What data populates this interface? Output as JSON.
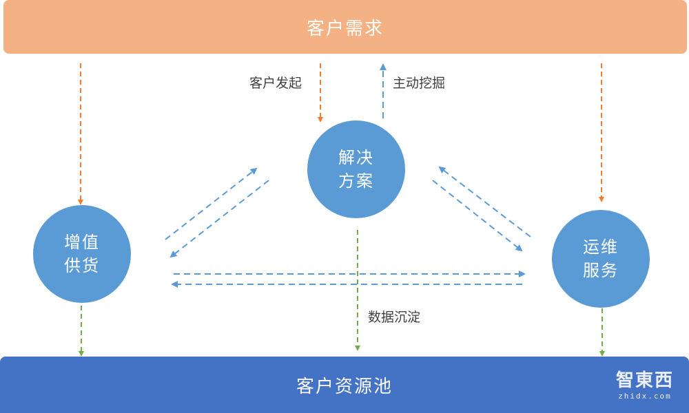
{
  "top_bar": {
    "label": "客户需求"
  },
  "bottom_bar": {
    "label": "客户资源池"
  },
  "nodes": {
    "left": {
      "line1": "增值",
      "line2": "供货"
    },
    "center": {
      "line1": "解决",
      "line2": "方案"
    },
    "right": {
      "line1": "运维",
      "line2": "服务"
    }
  },
  "labels": {
    "customer_initiate": "客户发起",
    "active_mining": "主动挖掘",
    "data_precipitation": "数据沉淀"
  },
  "watermark": {
    "logo": "智東西",
    "url": "zhidx.com"
  },
  "colors": {
    "demand": "#f4b183",
    "resource_pool": "#4472c4",
    "node": "#5b9bd5",
    "arrow_orange": "#ed7d31",
    "arrow_blue": "#5b9bd5",
    "arrow_green": "#70ad47"
  }
}
